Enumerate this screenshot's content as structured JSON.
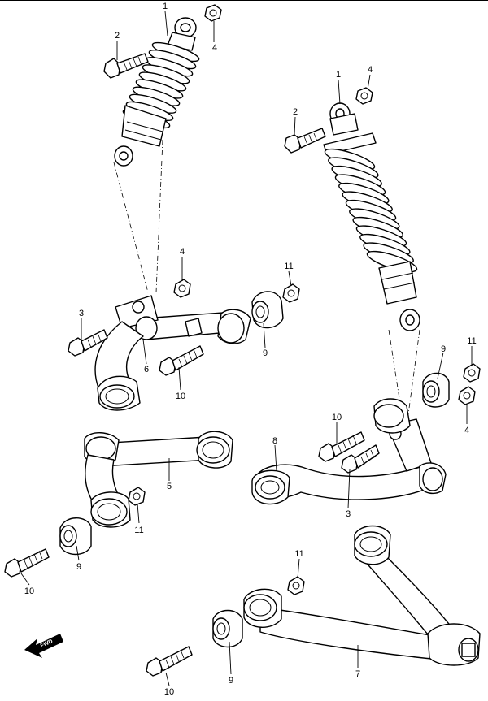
{
  "callouts": [
    {
      "id": "c1a",
      "text": "1"
    },
    {
      "id": "c2a",
      "text": "2"
    },
    {
      "id": "c4a",
      "text": "4"
    },
    {
      "id": "c1b",
      "text": "1"
    },
    {
      "id": "c4b",
      "text": "4"
    },
    {
      "id": "c2b",
      "text": "2"
    },
    {
      "id": "c4c",
      "text": "4"
    },
    {
      "id": "c11a",
      "text": "11"
    },
    {
      "id": "c3a",
      "text": "3"
    },
    {
      "id": "c6",
      "text": "6"
    },
    {
      "id": "c9a",
      "text": "9"
    },
    {
      "id": "c10a",
      "text": "10"
    },
    {
      "id": "c9b",
      "text": "9"
    },
    {
      "id": "c11b",
      "text": "11"
    },
    {
      "id": "c10b",
      "text": "10"
    },
    {
      "id": "c4d",
      "text": "4"
    },
    {
      "id": "c8",
      "text": "8"
    },
    {
      "id": "c3b",
      "text": "3"
    },
    {
      "id": "c5",
      "text": "5"
    },
    {
      "id": "c11c",
      "text": "11"
    },
    {
      "id": "c9c",
      "text": "9"
    },
    {
      "id": "c10c",
      "text": "10"
    },
    {
      "id": "c11d",
      "text": "11"
    },
    {
      "id": "c9d",
      "text": "9"
    },
    {
      "id": "c7",
      "text": "7"
    },
    {
      "id": "c10d",
      "text": "10"
    }
  ],
  "fwd_label": "FWD",
  "icons": [
    "front-direction-arrow-icon"
  ]
}
